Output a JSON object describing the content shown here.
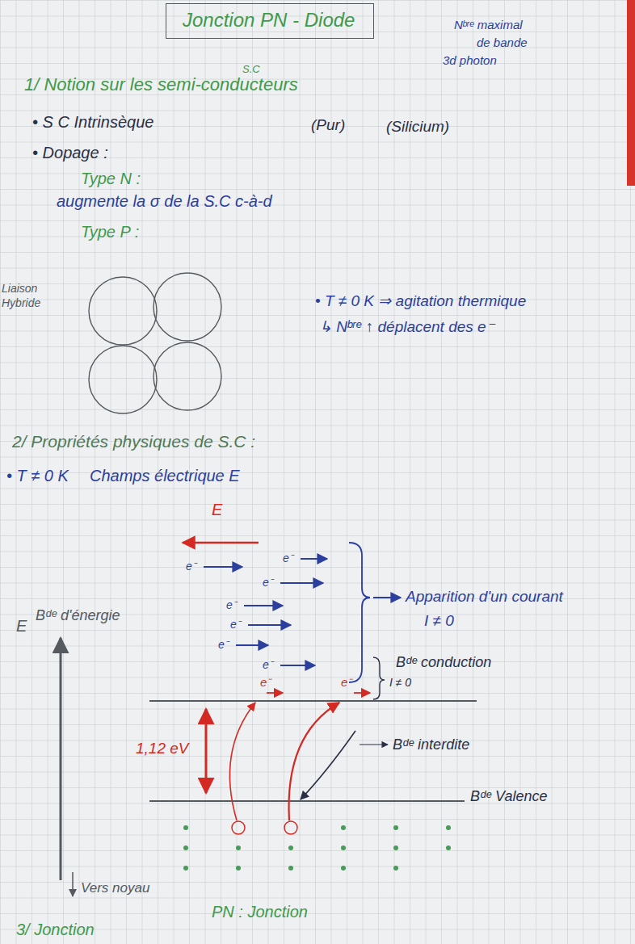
{
  "diagram": {
    "nodes": [
      {
        "text": [
          "Jonction PN - Diode"
        ]
      }
    ],
    "labels": [
      "Nᵇʳᵉ maximal",
      "de bande",
      "3d photon",
      "S.C",
      "1/ Notion sur les semi-conducteurs",
      "• S C Intrinsèque",
      "(Pur)",
      "(Silicium)",
      "• Dopage :",
      "Type N :",
      "augmente la σ de la S.C c-à-d",
      "Type P :",
      "Liaison",
      "Hybride",
      "• T ≠ 0 K ⇒ agitation thermique",
      "↳ Nᵇʳᵉ ↑ déplacent des e⁻",
      "2/ Propriétés physiques de S.C :",
      "• T ≠ 0 K ⇒ Champs électrique E⃗",
      "E⃗",
      "e⁻",
      "e⁻",
      "e⁻",
      "e⁻",
      "e⁻",
      "e⁻",
      "e⁻",
      "Apparition d'un courant",
      "I ≠ 0",
      "E",
      "Bᵈᵉ d'énergie",
      "Bᵈᵉ conduction",
      "I ≠ 0",
      "1,12 eV",
      "Bᵈᵉ interdite",
      "Bᵈᵉ Valence",
      "e⁻",
      "e⁻",
      "Vers noyau",
      "PN : Jonction",
      "3/ Jonction"
    ]
  }
}
